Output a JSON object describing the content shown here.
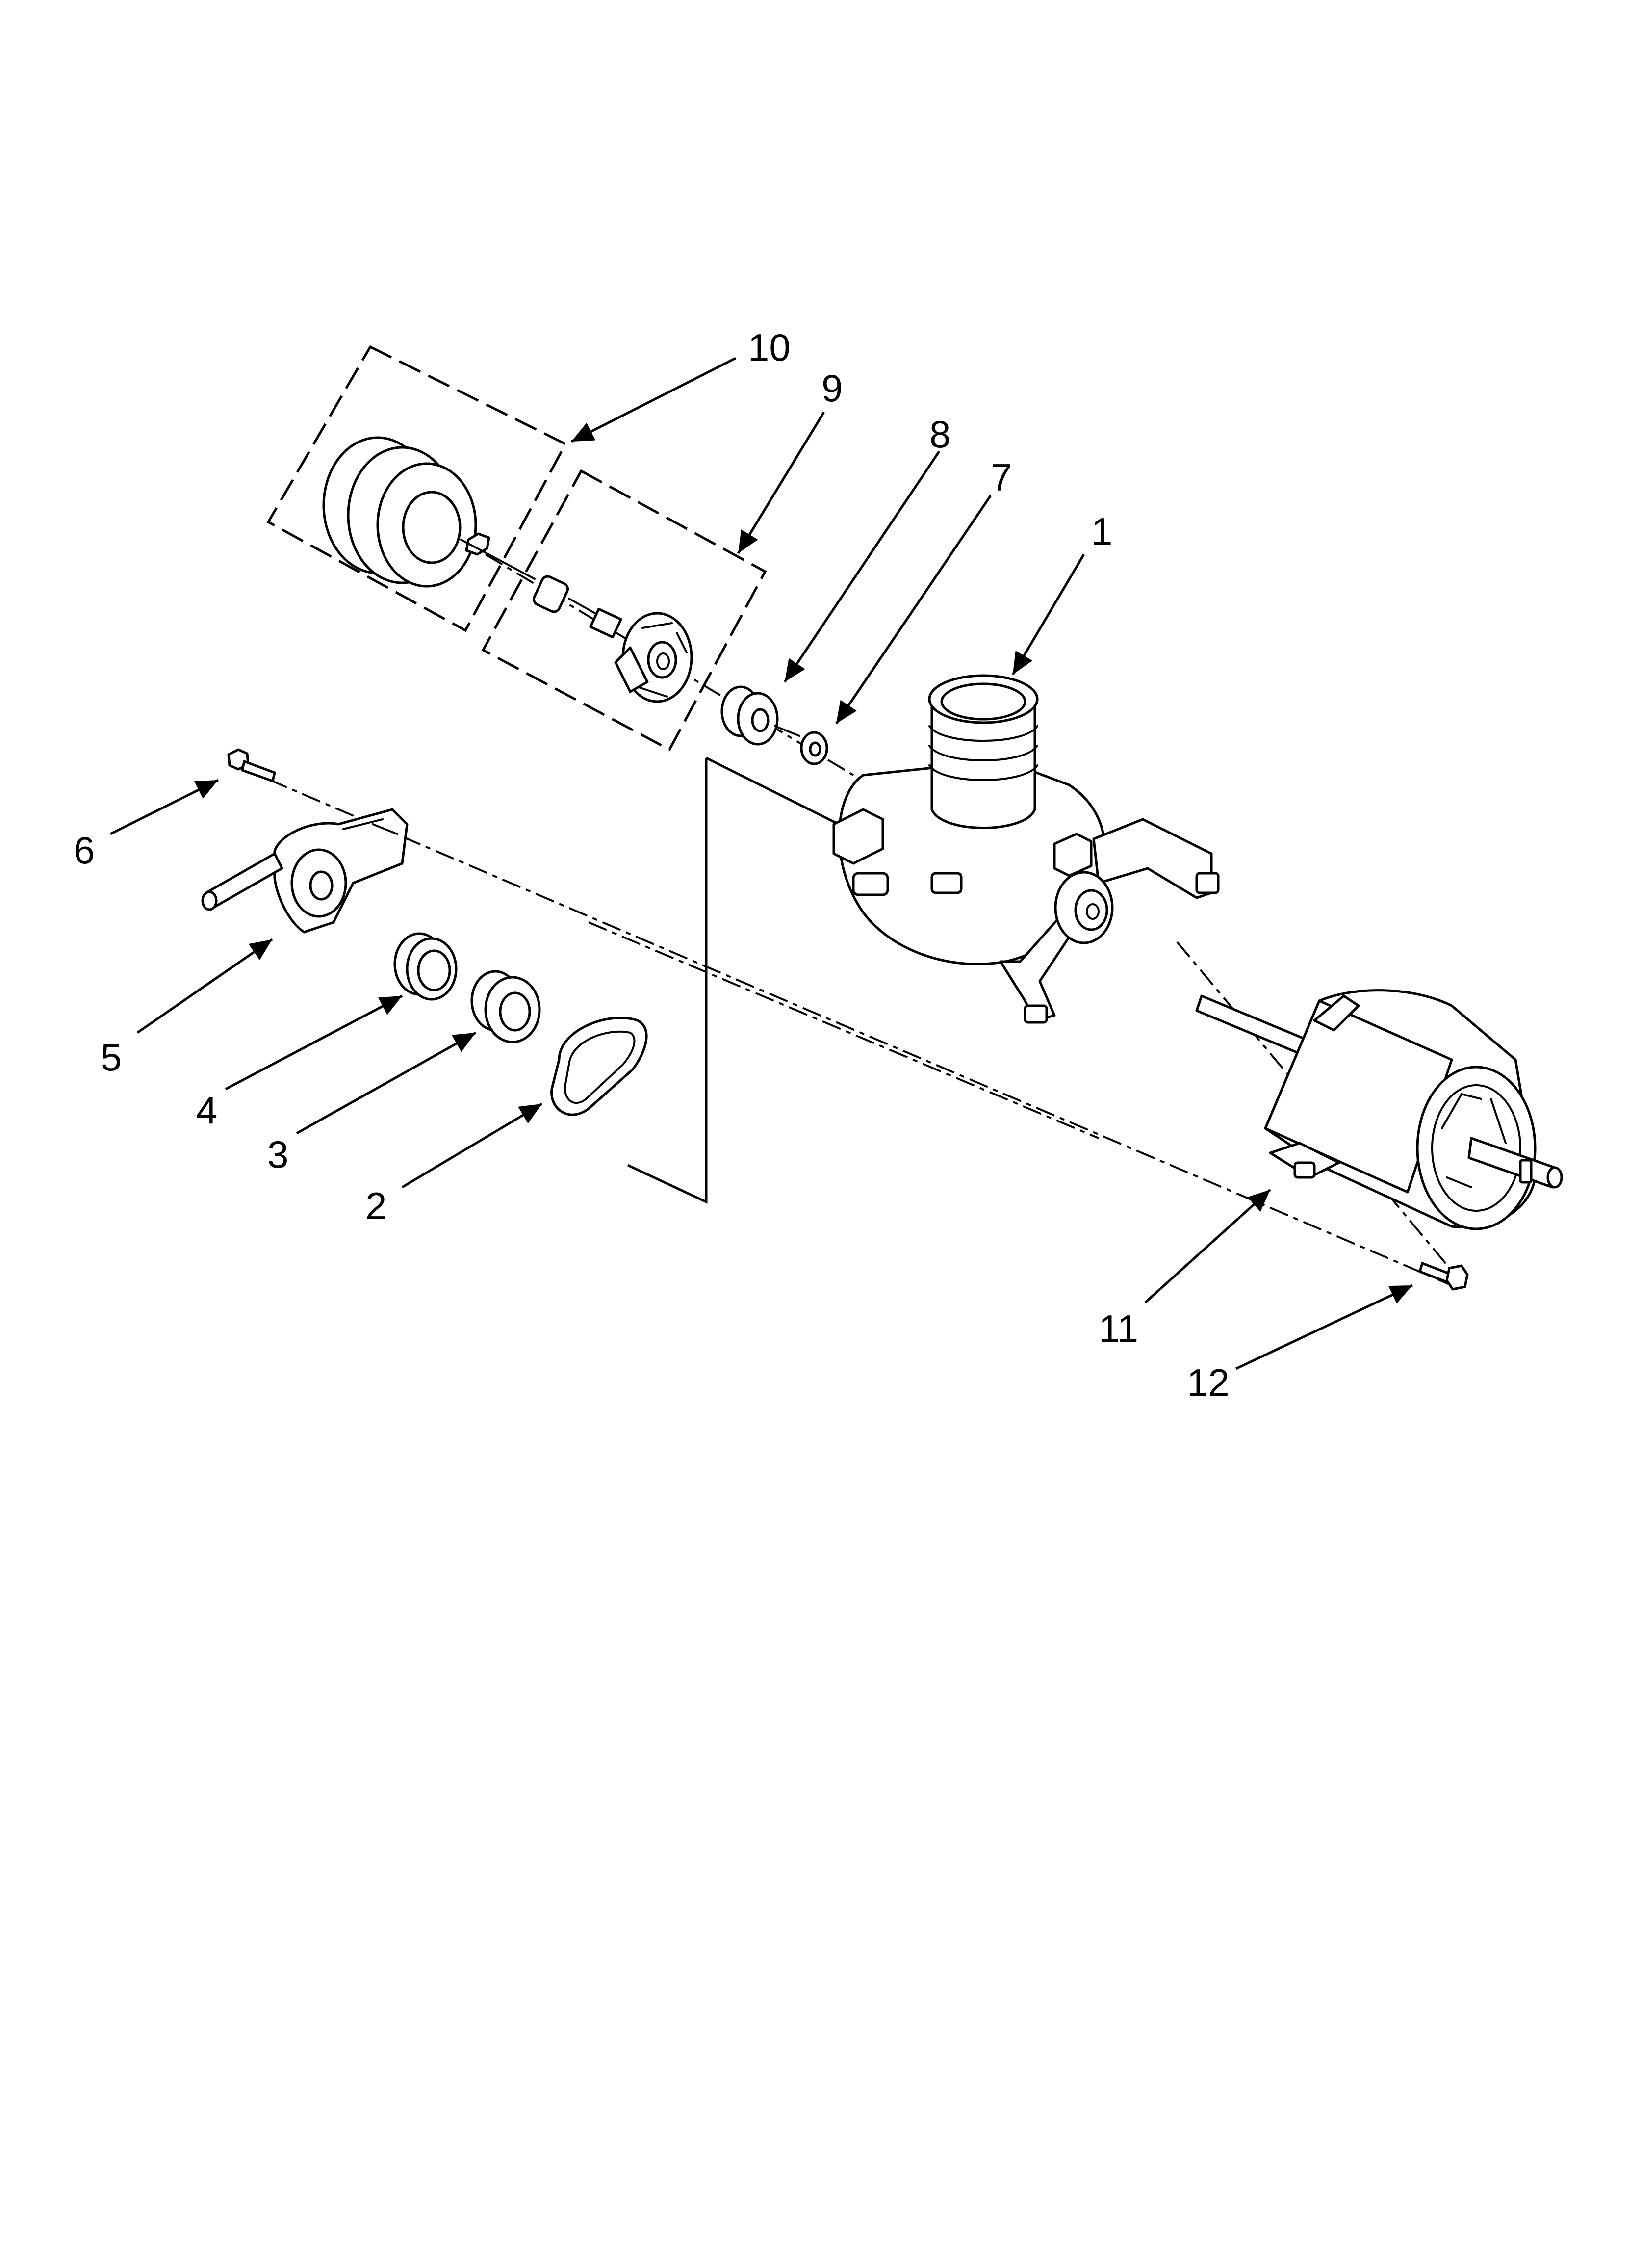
{
  "diagram": {
    "type": "exploded-parts-view",
    "line_color": "#000000",
    "background": "#ffffff",
    "callouts": [
      {
        "id": "1",
        "label": "1"
      },
      {
        "id": "2",
        "label": "2"
      },
      {
        "id": "3",
        "label": "3"
      },
      {
        "id": "4",
        "label": "4"
      },
      {
        "id": "5",
        "label": "5"
      },
      {
        "id": "6",
        "label": "6"
      },
      {
        "id": "7",
        "label": "7"
      },
      {
        "id": "8",
        "label": "8"
      },
      {
        "id": "9",
        "label": "9"
      },
      {
        "id": "10",
        "label": "10"
      },
      {
        "id": "11",
        "label": "11"
      },
      {
        "id": "12",
        "label": "12"
      }
    ]
  }
}
